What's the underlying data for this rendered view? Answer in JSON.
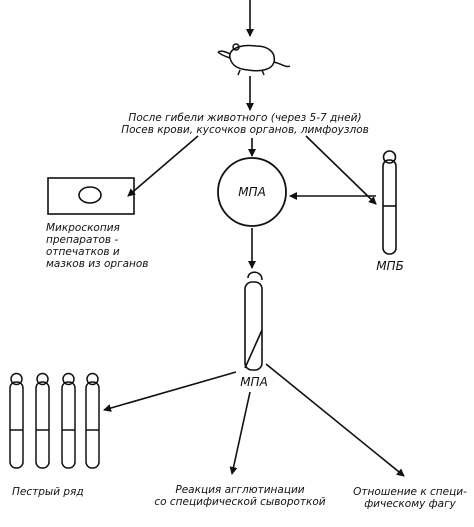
{
  "step_after_death": {
    "line1": "После гибели животного (через 5-7 дней)",
    "line2": "Посев крови, кусочков органов, лимфоузлов"
  },
  "microscopy": {
    "line1": "Микроскопия",
    "line2": "препаратов -",
    "line3": "отпечатков и",
    "line4": "мазков из органов"
  },
  "plate_label": "МПА",
  "broth_label": "МПБ",
  "slant_label": "МПА",
  "tests": {
    "pestry_ryad": "Пестрый ряд",
    "agglutination_line1": "Реакция агглютинации",
    "agglutination_line2": "со специфической сывороткой",
    "phage_line1": "Отношение к специ-",
    "phage_line2": "фическому фагу"
  }
}
